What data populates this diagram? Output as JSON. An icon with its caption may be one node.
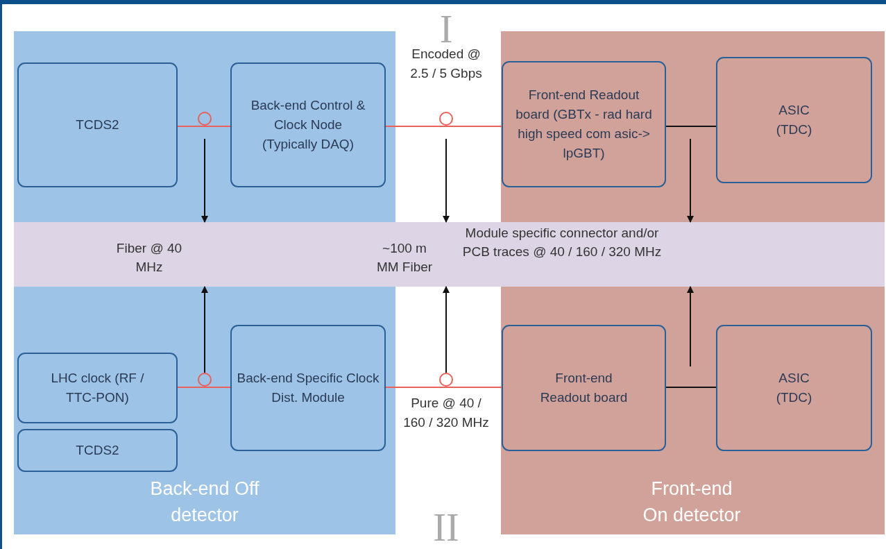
{
  "diagram": {
    "nodes": [
      {
        "text": [
          "Back-end Off detector"
        ]
      },
      {
        "text": [
          "TCDS2"
        ],
        "in": 0
      },
      {
        "text": [
          "Back-end Control & Clock Node (Typically DAQ)"
        ],
        "in": 0
      },
      {
        "text": [
          "LHC clock (RF / TTC-PON)"
        ],
        "in": 0
      },
      {
        "text": [
          "TCDS2"
        ],
        "in": 0
      },
      {
        "text": [
          "Back-end Specific Clock Dist. Module"
        ],
        "in": 0
      },
      {
        "text": [
          "Front-end On detector"
        ]
      },
      {
        "text": [
          "Front-end Readout board (GBTx - rad hard high speed com asic-> lpGBT)"
        ],
        "in": 6
      },
      {
        "text": [
          "ASIC (TDC)"
        ],
        "in": 6
      },
      {
        "text": [
          "Front-end Readout board"
        ],
        "in": 6
      },
      {
        "text": [
          "ASIC (TDC)"
        ],
        "in": 6
      },
      {
        "text": [
          "Fiber @ 40 MHz",
          "~100 m MM Fiber",
          "Module specific connector and/or PCB traces @ 40 / 160 / 320 MHz"
        ]
      },
      {
        "text": [],
        "shape": "circle",
        "in": 0
      },
      {
        "text": [],
        "shape": "circle"
      },
      {
        "text": [],
        "shape": "circle",
        "in": 0
      },
      {
        "text": [],
        "shape": "circle"
      }
    ],
    "edges": [
      {
        "from": 1,
        "to": 2,
        "arrow": "none",
        "color": "#e8615a"
      },
      {
        "from": 2,
        "to": 7,
        "arrow": "none",
        "color": "#e8615a",
        "label": "Encoded @ 2.5 / 5 Gbps"
      },
      {
        "from": 7,
        "to": 8,
        "arrow": "none"
      },
      {
        "from": 3,
        "to": 5,
        "arrow": "none",
        "color": "#e8615a"
      },
      {
        "from": 5,
        "to": 9,
        "arrow": "none",
        "color": "#e8615a",
        "label": "Pure @ 40 / 160 / 320 MHz"
      },
      {
        "from": 9,
        "to": 10,
        "arrow": "none"
      },
      {
        "from": null,
        "to": 11,
        "arrow": "to"
      },
      {
        "from": null,
        "to": 11,
        "arrow": "to"
      },
      {
        "from": null,
        "to": 11,
        "arrow": "to"
      },
      {
        "from": 14,
        "to": 11,
        "arrow": "to"
      },
      {
        "from": 15,
        "to": 11,
        "arrow": "to"
      },
      {
        "from": null,
        "to": 11,
        "arrow": "to"
      }
    ],
    "labels": [
      "I",
      "II"
    ]
  }
}
